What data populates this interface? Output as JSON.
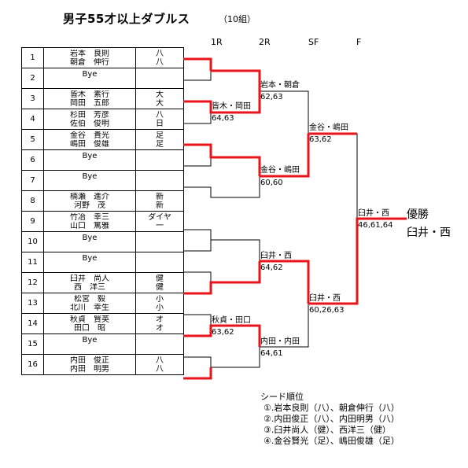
{
  "title": "男子55才以上ダブルス",
  "groups": "（10組）",
  "rounds": [
    "1R",
    "2R",
    "SF",
    "F"
  ],
  "entries": [
    {
      "no": "1",
      "p1": "岩本　良則",
      "p2": "朝倉　伸行",
      "c1": "八",
      "c2": "八"
    },
    {
      "no": "2",
      "p1": "Bye",
      "p2": "",
      "c1": "",
      "c2": ""
    },
    {
      "no": "3",
      "p1": "皆木　素行",
      "p2": "岡田　五郎",
      "c1": "大",
      "c2": "大"
    },
    {
      "no": "4",
      "p1": "杉田　芳彦",
      "p2": "佐伯　俊明",
      "c1": "八",
      "c2": "日"
    },
    {
      "no": "5",
      "p1": "金谷　貴光",
      "p2": "嶋田　俊雄",
      "c1": "足",
      "c2": "足"
    },
    {
      "no": "6",
      "p1": "Bye",
      "p2": "",
      "c1": "",
      "c2": ""
    },
    {
      "no": "7",
      "p1": "Bye",
      "p2": "",
      "c1": "",
      "c2": ""
    },
    {
      "no": "8",
      "p1": "楠瀬　進介",
      "p2": "河野　茂",
      "c1": "新",
      "c2": "新"
    },
    {
      "no": "9",
      "p1": "竹冶　幸三",
      "p2": "山口　篤雅",
      "c1": "ダイヤ",
      "c2": "一"
    },
    {
      "no": "10",
      "p1": "Bye",
      "p2": "",
      "c1": "",
      "c2": ""
    },
    {
      "no": "11",
      "p1": "Bye",
      "p2": "",
      "c1": "",
      "c2": ""
    },
    {
      "no": "12",
      "p1": "臼井　尚人",
      "p2": "西　洋三",
      "c1": "健",
      "c2": "健"
    },
    {
      "no": "13",
      "p1": "松宮　毅",
      "p2": "北川　幸生",
      "c1": "小",
      "c2": "小"
    },
    {
      "no": "14",
      "p1": "秋貞　賢英",
      "p2": "田口　昭",
      "c1": "オ",
      "c2": "オ"
    },
    {
      "no": "15",
      "p1": "Bye",
      "p2": "",
      "c1": "",
      "c2": ""
    },
    {
      "no": "16",
      "p1": "内田　俊正",
      "p2": "内田　明男",
      "c1": "八",
      "c2": "八"
    }
  ],
  "results": {
    "r1a": {
      "winner": "皆木・岡田",
      "score": "64,63"
    },
    "r1b": {
      "winner": "秋貞・田口",
      "score": "63,62"
    },
    "r2a": {
      "winner": "岩本・朝倉",
      "score": "62,63"
    },
    "r2b": {
      "winner": "金谷・嶋田",
      "score": "60,60"
    },
    "r2c": {
      "winner": "臼井・西",
      "score": "64,62"
    },
    "r2d": {
      "winner": "内田・内田",
      "score": "64,61"
    },
    "sfa": {
      "winner": "金谷・嶋田",
      "score": "63,62"
    },
    "sfb": {
      "winner": "臼井・西",
      "score": "60,26,63"
    },
    "f": {
      "winner": "臼井・西",
      "score": "46,61,64"
    }
  },
  "champion": {
    "label": "優勝",
    "name": "臼井・西"
  },
  "seeds": {
    "title": "シード順位",
    "items": [
      "①.岩本良則（八）、朝倉伸行（八）",
      "②.内田俊正（八）、内田明男（八）",
      "③.臼井尚人（健）、西洋三（健）",
      "④.金谷賢光（足）、嶋田俊雄（足）"
    ]
  },
  "colors": {
    "winner_line": "#e8141a",
    "line": "#000000"
  }
}
